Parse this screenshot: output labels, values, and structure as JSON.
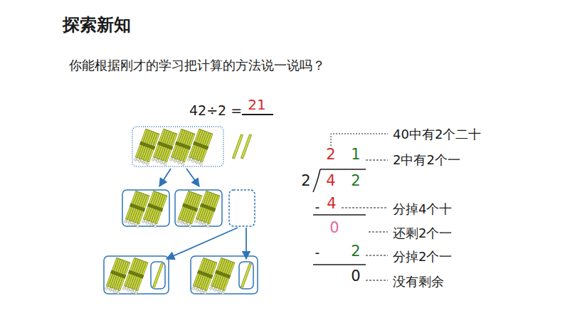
{
  "diagram": {
    "title": "探索新知",
    "labels": [
      "你能根据刚才的学习把计算的方法说一说吗？",
      "42÷2 =",
      "21",
      "2",
      "1",
      "2",
      "4",
      "2",
      "-",
      "4",
      "0",
      "-",
      "2",
      "0",
      "40中有2个二十",
      "2中有2个一",
      "分掉4个十",
      "还剩2个一",
      "分掉2个一",
      "没有剩余"
    ]
  }
}
